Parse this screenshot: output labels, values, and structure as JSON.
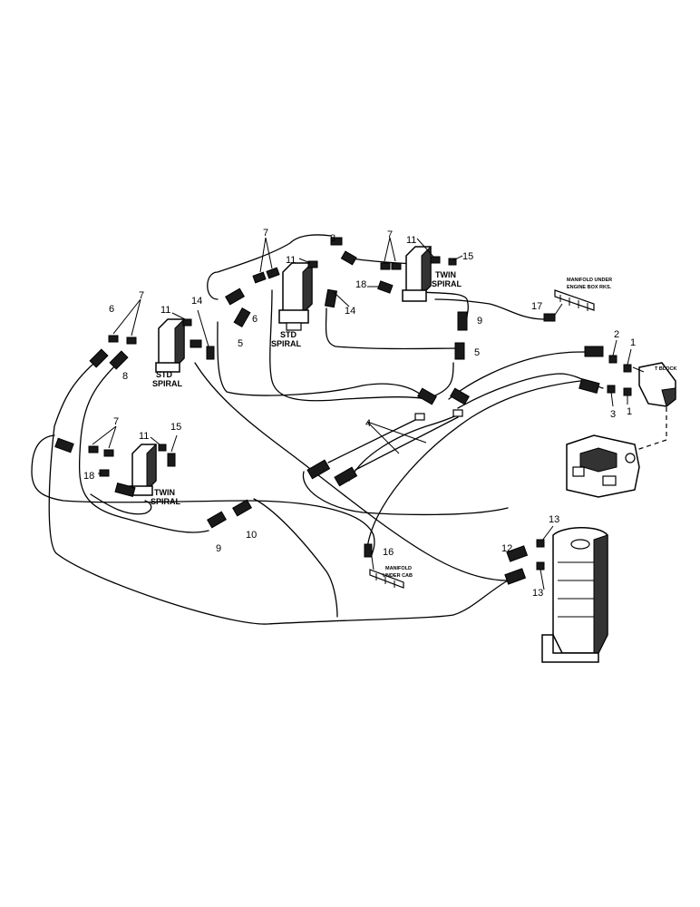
{
  "labels": {
    "std_spiral_top": [
      "STD",
      "SPIRAL"
    ],
    "std_spiral_left": [
      "STD",
      "SPIRAL"
    ],
    "twin_spiral_top": [
      "TWIN",
      "SPIRAL"
    ],
    "twin_spiral_left": [
      "TWIN",
      "SPIRAL"
    ],
    "manifold_engine_box": [
      "MANIFOLD UNDER",
      "ENGINE BOX RKS."
    ],
    "manifold_cab": [
      "MANIFOLD",
      "UNDER CAB"
    ],
    "t_block": "T BLOCK"
  },
  "callouts": {
    "c1a": "1",
    "c1b": "1",
    "c2": "2",
    "c3": "3",
    "c4": "4",
    "c5a": "5",
    "c5b": "5",
    "c6a": "6",
    "c6b": "6",
    "c7a": "7",
    "c7b": "7",
    "c7c": "7",
    "c7d": "7",
    "c8a": "8",
    "c8b": "8",
    "c9a": "9",
    "c9b": "9",
    "c10": "10",
    "c11a": "11",
    "c11b": "11",
    "c11c": "11",
    "c11d": "11",
    "c12": "12",
    "c13a": "13",
    "c13b": "13",
    "c14a": "14",
    "c14b": "14",
    "c15a": "15",
    "c15b": "15",
    "c16": "16",
    "c17": "17",
    "c18a": "18",
    "c18b": "18"
  }
}
